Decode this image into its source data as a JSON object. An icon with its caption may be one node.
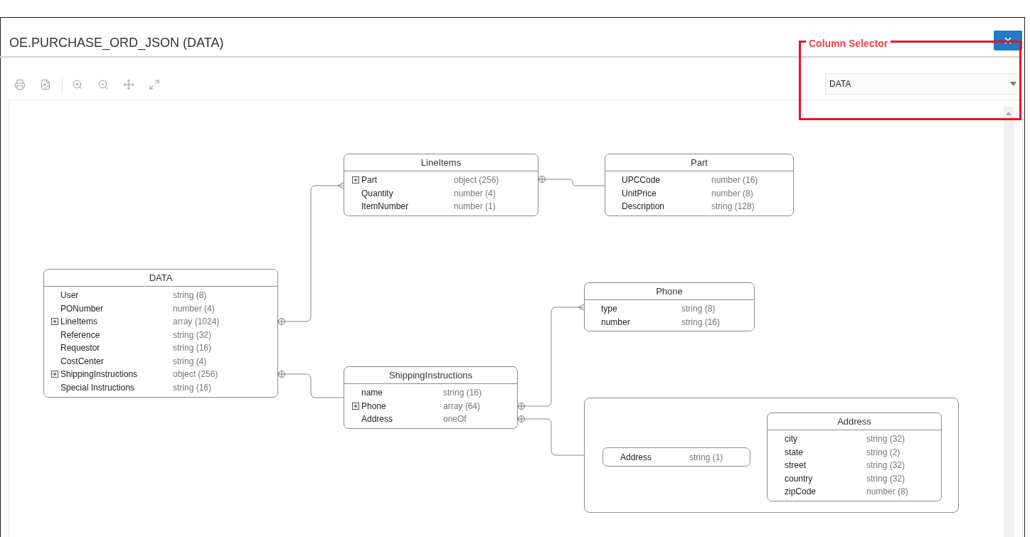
{
  "diagram": {
    "title": "OE.PURCHASE_ORD_JSON (DATA)",
    "nodes": [
      {
        "text": [
          "LineItems",
          "Part",
          "object (256)",
          "Quantity",
          "number (4)",
          "ItemNumber",
          "number (1)"
        ]
      },
      {
        "text": [
          "Part",
          "UPCCode",
          "number (16)",
          "UnitPrice",
          "number (8)",
          "Description",
          "string (128)"
        ]
      },
      {
        "text": [
          "DATA",
          "User",
          "string (8)",
          "PONumber",
          "number (4)",
          "LineItems",
          "array (1024)",
          "Reference",
          "string (32)",
          "Requestor",
          "string (16)",
          "CostCenter",
          "string (4)",
          "ShippingInstructions",
          "object (256)",
          "Special Instructions",
          "string (16)"
        ]
      },
      {
        "text": [
          "Phone",
          "type",
          "string (8)",
          "number",
          "string (16)"
        ]
      },
      {
        "text": [
          "ShippingInstructions",
          "name",
          "string (16)",
          "Phone",
          "array (64)",
          "Address",
          "oneOf"
        ]
      },
      {
        "text": [],
        "shape": "box"
      },
      {
        "text": [
          "Address",
          "string (1)"
        ],
        "in": 5
      },
      {
        "text": [
          "Address",
          "city",
          "string (32)",
          "state",
          "string (2)",
          "street",
          "string (32)",
          "country",
          "string (32)",
          "zipCode",
          "number (8)"
        ],
        "in": 5
      }
    ],
    "edges": [
      {
        "from": 2,
        "to": 0,
        "arrow": "other"
      },
      {
        "from": 0,
        "to": 1,
        "arrow": "other"
      },
      {
        "from": 2,
        "to": 4,
        "arrow": "other"
      },
      {
        "from": 4,
        "to": 3,
        "arrow": "other"
      },
      {
        "from": 4,
        "to": 5,
        "arrow": "other"
      }
    ],
    "labels": [
      "Column Selector",
      "DATA"
    ]
  }
}
